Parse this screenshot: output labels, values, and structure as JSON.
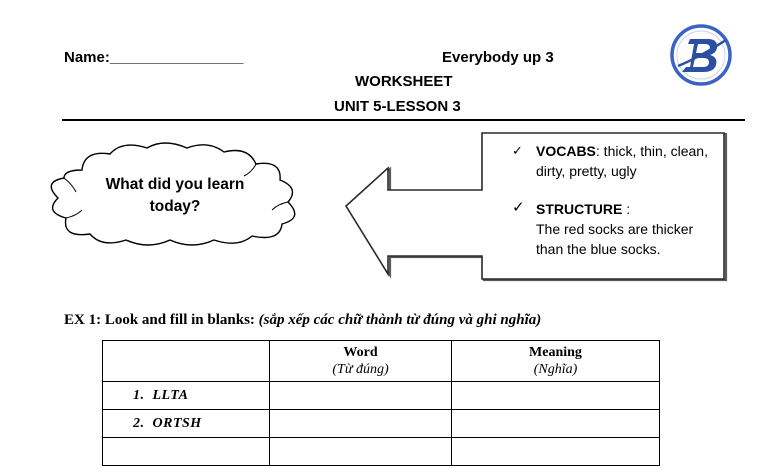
{
  "header": {
    "name_label": "Name:________________",
    "series": "Everybody up 3",
    "title": "WORKSHEET",
    "subtitle": "UNIT 5-LESSON 3"
  },
  "cloud": {
    "text": "What did you learn today?"
  },
  "info_box": {
    "vocab_label": "VOCABS",
    "vocab_text": ": thick, thin, clean, dirty, pretty, ugly",
    "structure_label": "STRUCTURE",
    "structure_colon": " :",
    "structure_text": "The red socks are thicker than the blue socks."
  },
  "exercise": {
    "number": "EX 1: Look and fill in blanks:",
    "instruction": "(sắp xếp các chữ thành từ đúng và ghi nghĩa)"
  },
  "table": {
    "col_word": "Word",
    "col_word_sub": "(Từ đúng)",
    "col_meaning": "Meaning",
    "col_meaning_sub": "(Nghĩa)",
    "rows": [
      {
        "num": "1.",
        "scrambled": "LLTA"
      },
      {
        "num": "2.",
        "scrambled": "ORTSH"
      }
    ]
  },
  "colors": {
    "logo_blue": "#2b4fa3",
    "logo_ring": "#3b63c4"
  }
}
